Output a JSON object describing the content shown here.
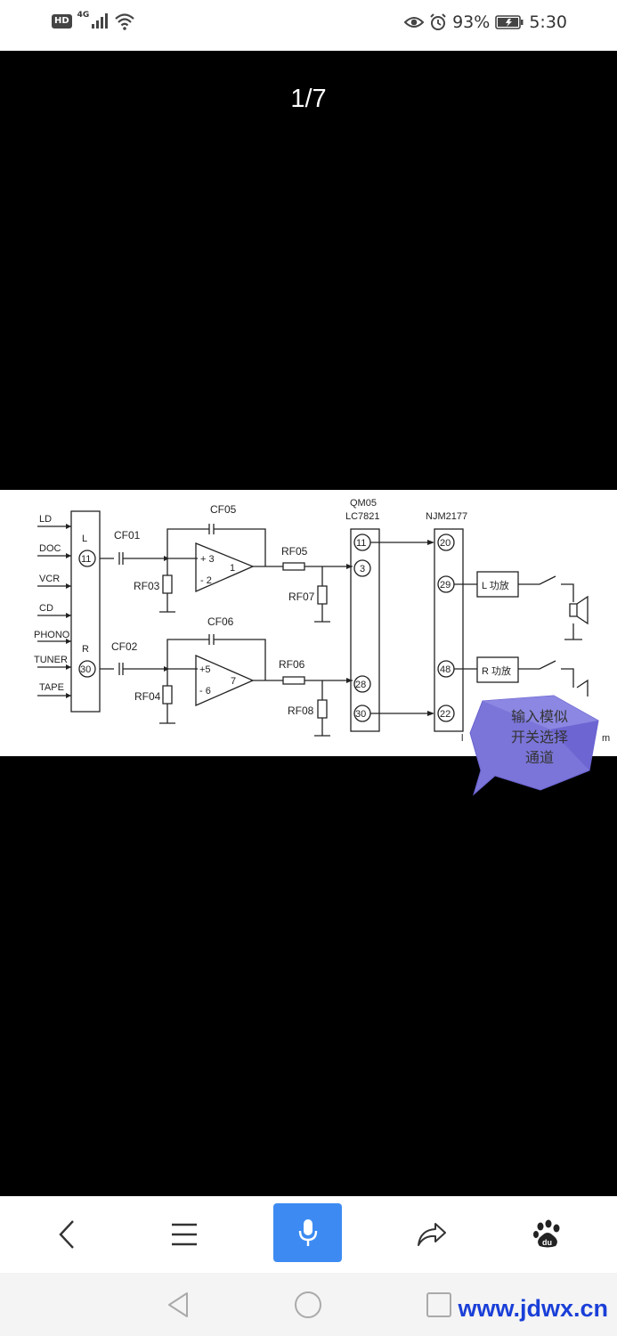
{
  "status_bar": {
    "hd": "HD",
    "network": "4G",
    "battery_percent": "93%",
    "time": "5:30"
  },
  "viewer": {
    "page_counter": "1/7",
    "callout_text": [
      "输入模似",
      "开关选择",
      "通道"
    ]
  },
  "circuit": {
    "inputs": [
      "LD",
      "DOC",
      "VCR",
      "CD",
      "PHONO",
      "TUNER",
      "TAPE"
    ],
    "selector": {
      "left_label": "L",
      "left_pin": "11",
      "right_label": "R",
      "right_pin": "30"
    },
    "capacitors": [
      "CF01",
      "CF02",
      "CF05",
      "CF06"
    ],
    "resistors": [
      "RF03",
      "RF04",
      "RF05",
      "RF06",
      "RF07",
      "RF08"
    ],
    "opamp_top": {
      "plus": "+ 3",
      "minus": "- 2",
      "out": "1"
    },
    "opamp_bottom": {
      "plus": "+5",
      "minus": "- 6",
      "out": "7"
    },
    "chip1": {
      "name1": "QM05",
      "name2": "LC7821",
      "pins": [
        "11",
        "3",
        "28",
        "30"
      ]
    },
    "chip2": {
      "name": "NJM2177",
      "pins": [
        "20",
        "29",
        "48",
        "22"
      ]
    },
    "amp_left": "L 功放",
    "amp_right": "R 功放"
  },
  "toolbar": {
    "back": "back-icon",
    "menu": "menu-icon",
    "voice": "microphone-icon",
    "share": "share-icon",
    "baidu": "baidu-paw-icon"
  },
  "system_nav": {
    "back": "triangle-back-icon",
    "home": "circle-home-icon",
    "recents": "square-recents-icon"
  },
  "watermark": "www.jdwx.cn",
  "colors": {
    "accent": "#3d8bf2",
    "callout": "#7b75d9",
    "watermark": "#1a3fd8"
  }
}
